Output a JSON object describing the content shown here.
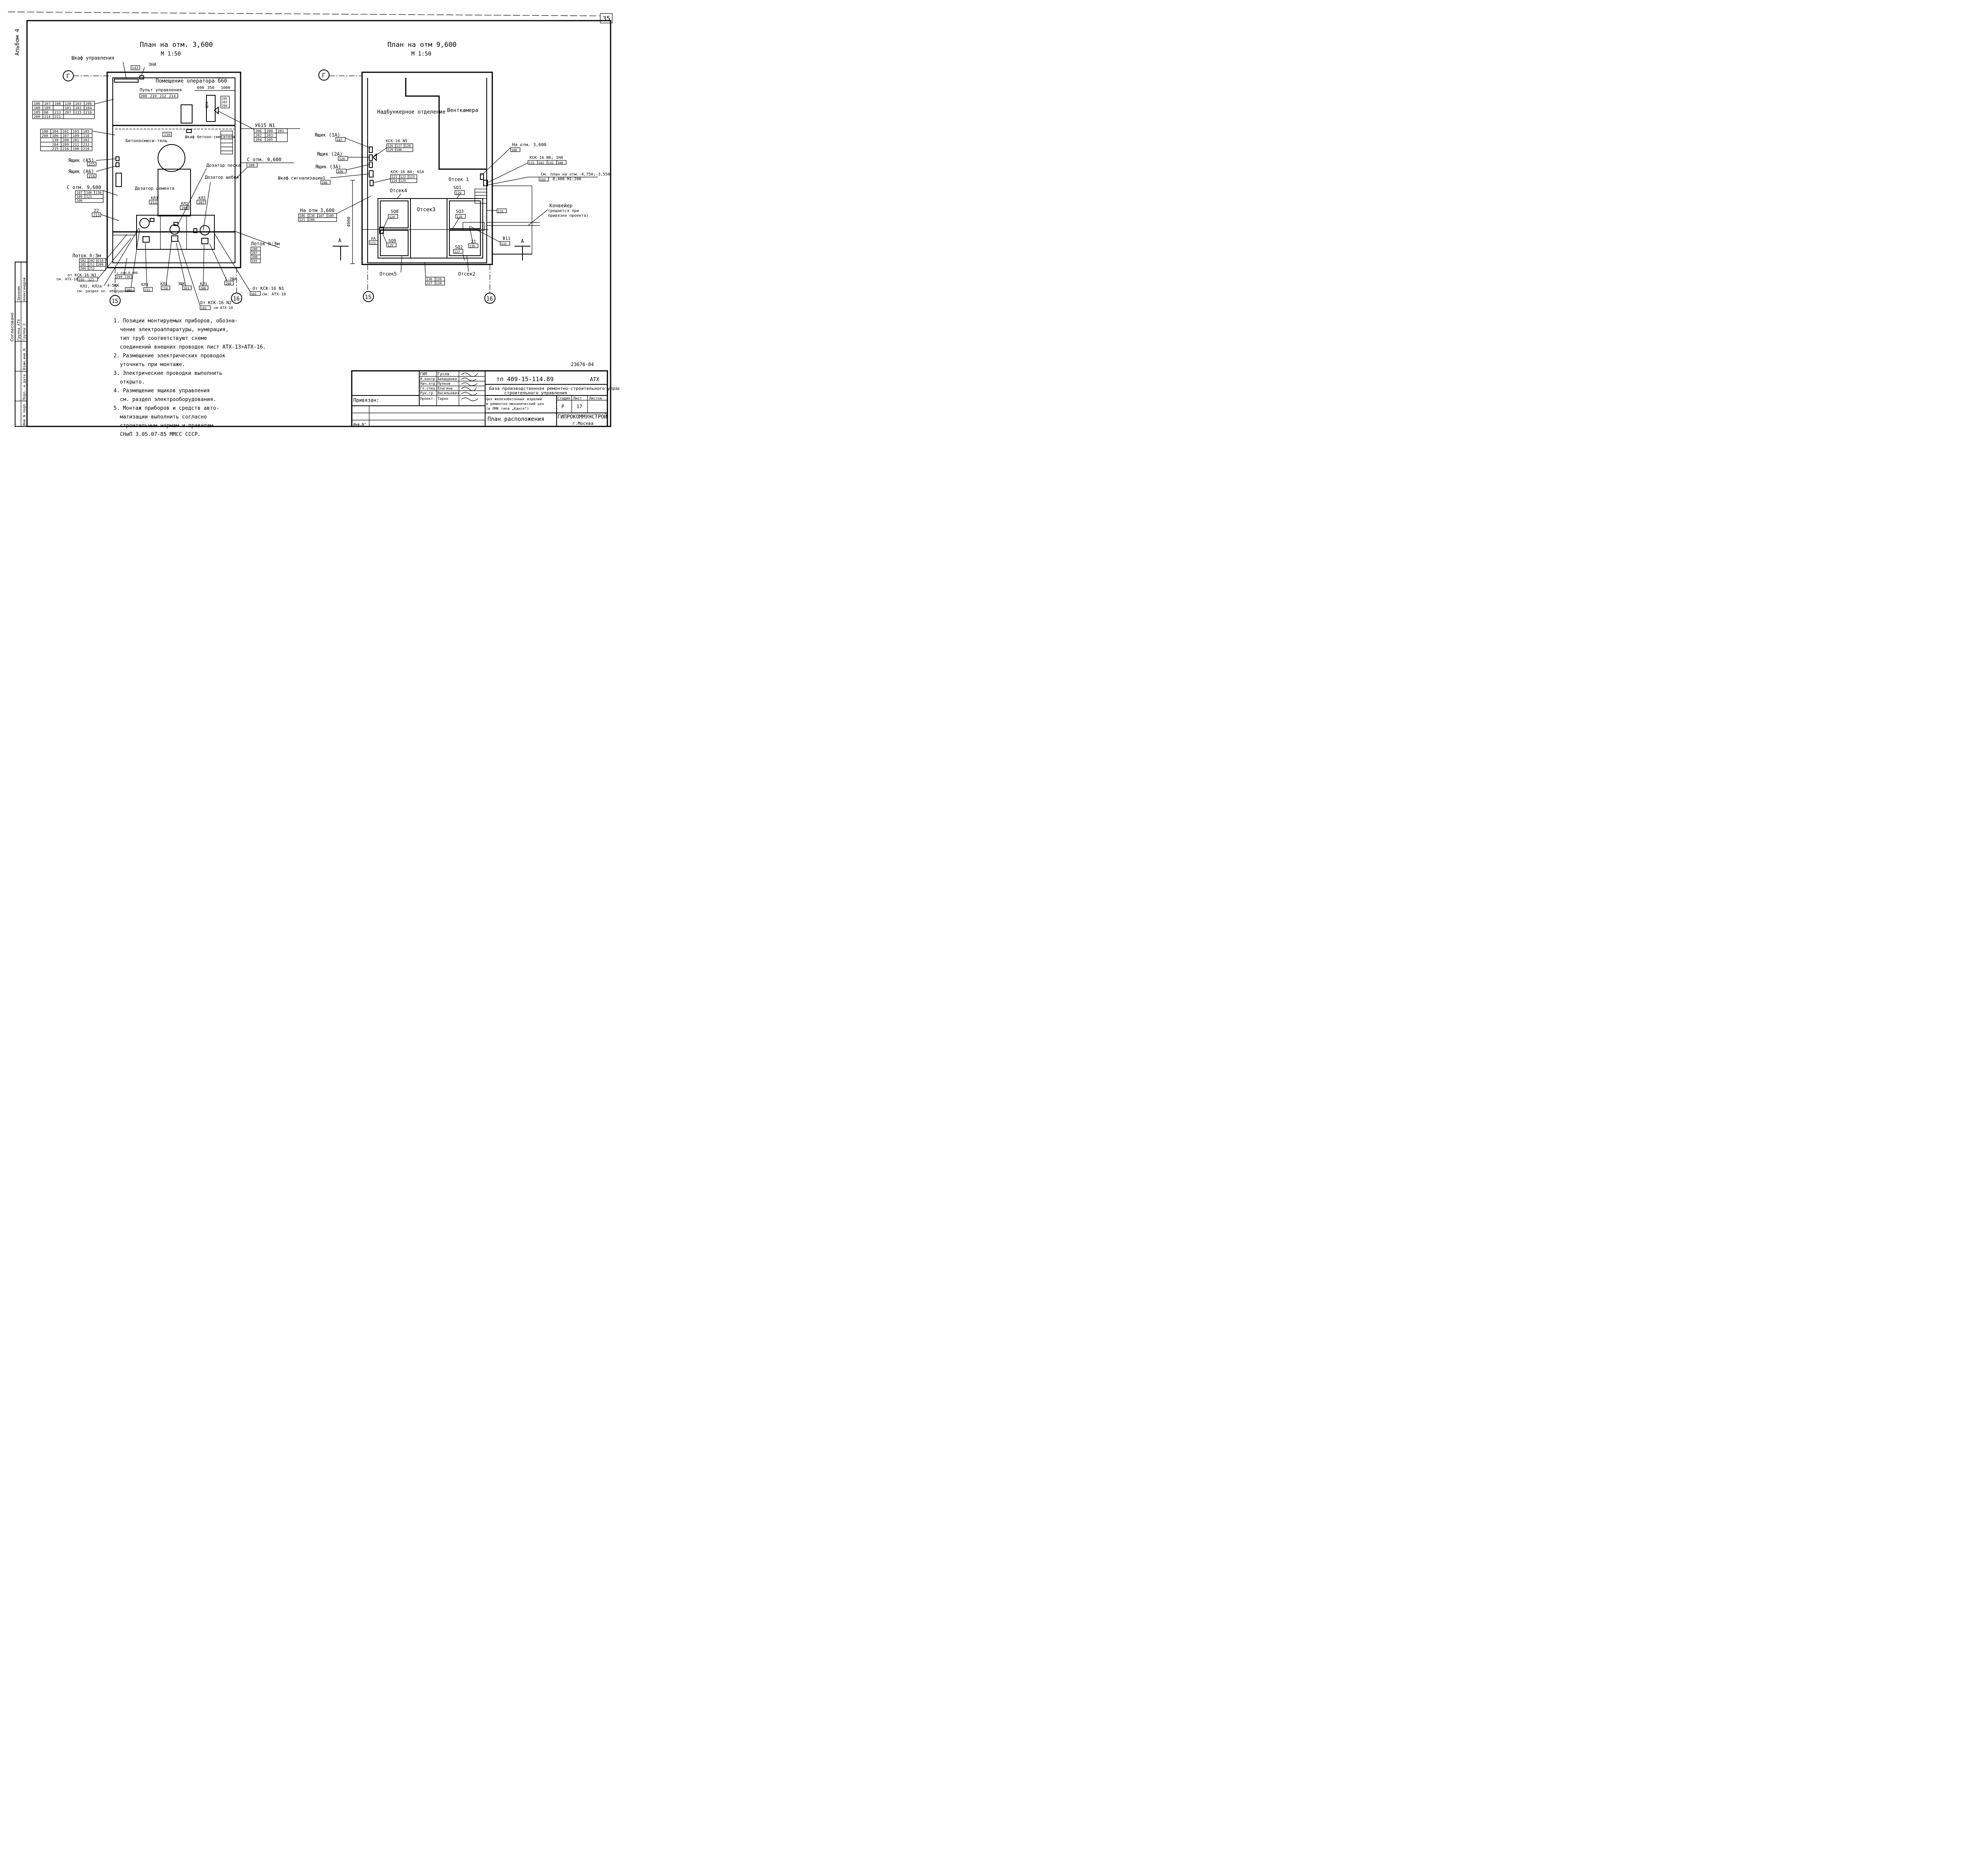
{
  "sheet_number": "35",
  "album": "Альбом 4",
  "left_plan": {
    "title": "План на отм. 3,600",
    "scale": "М 1:50",
    "axis_g": "Г",
    "axis_15": "15",
    "axis_16": "16",
    "label_shkaf": "Шкаф управления",
    "tag_shkaf": "142",
    "label_3ha": "3НА",
    "room_label": "Помещение оператора б60",
    "pult_label": "Пульт управления",
    "pult_tags": [
      "208",
      "210",
      "212",
      "214"
    ],
    "dims": [
      "600",
      "350",
      "1000"
    ],
    "shch_label": "ЩСА",
    "shch_tags": [
      "205",
      "203",
      "204"
    ],
    "u615_label": "У615 N1",
    "u615_rows": [
      [
        "206",
        "200",
        "201"
      ],
      [
        "202",
        "203",
        ""
      ],
      [
        "204",
        "205",
        ""
      ]
    ],
    "table_top": [
      [
        "106",
        "107",
        "108",
        "130",
        "103",
        "206"
      ],
      [
        "100",
        "109",
        "",
        "101",
        "102",
        "104"
      ],
      [
        "105",
        "60",
        "213",
        "207",
        "215",
        "216"
      ],
      [
        "209",
        "214",
        "211",
        "",
        "",
        ""
      ]
    ],
    "table_mid": [
      [
        "108",
        "104",
        "101",
        "103",
        "105"
      ],
      [
        "208",
        "106",
        "107",
        "109",
        "116"
      ],
      [
        "",
        "",
        "130",
        "200",
        "201",
        "202"
      ],
      [
        "",
        "",
        "204",
        "209",
        "211",
        "213"
      ],
      [
        "",
        "",
        "215",
        "216",
        "100",
        "210"
      ]
    ],
    "tag_116": "116",
    "label_shkaf_beton": "Шкаф бетоно-смесителя",
    "label_betonosmes": "Бетоносмеси-тель",
    "label_dozator_peska": "Дозатор песка",
    "label_dozator_shcheb": "Дозатор щебня",
    "label_s_otm_right": "С отм. 9,600",
    "tag_s_otm_right": "108",
    "label_yashchik_a5": "Ящик (А5)",
    "tag_a5": "215",
    "label_yashchik_a6": "Ящик (А6)",
    "tag_a6": "216",
    "label_s_otm_left": "С отм. 9,600",
    "table_s_otm_left": [
      [
        "107",
        "106",
        "130"
      ],
      [
        "109",
        "121",
        ""
      ],
      [
        "100",
        "",
        ""
      ]
    ],
    "label_dozator_cem": "Дозатор цемента",
    "label_kl3": "КЛ3",
    "tag_kl3": "211",
    "label_kl2a": "КЛ2",
    "tag_kl2a": "209",
    "label_kl2b": "КЛ2",
    "tag_kl2b": "207",
    "label_22": "22",
    "tag_22": "213",
    "label_lotok_left": "Лоток h:3м",
    "table_lotok_left": [
      [
        "102",
        "202",
        "210"
      ],
      [
        "105",
        "211",
        "209"
      ],
      [
        "204",
        "212",
        ""
      ]
    ],
    "label_ot_ksk3": "от КСК-16 N3",
    "label_sm_atx18": "см. АТХ-18",
    "tag_ot_ksk3": [
      "103",
      "121"
    ],
    "label_s_otm000": "с отм.0,000",
    "tag_s_otm000": [
      "104",
      "116"
    ],
    "label_kl2_kl2a": "КЛ2, КЛ2а",
    "label_sm_razdel": "см. раздел эл. оборудования",
    "label_45shchk": "4-5ЩК",
    "tag_45shchk": "202",
    "label_kl1_1": "КЛ1",
    "tag_kl1_1": "212",
    "label_kl1_2": "КЛ1",
    "tag_kl1_2": "210",
    "label_3shchk": "3ЩК",
    "tag_3shchk": "201",
    "label_kl1_3": "КЛ1",
    "tag_kl1_3": "208",
    "label_12shchk": "1-2ЩК",
    "tag_12shchk": "200",
    "label_lotok_right": "Лоток h:3м",
    "tag_lotok_right": [
      "200",
      "207",
      "208",
      "101"
    ],
    "label_ot_ksk1": "От КСК-16 N1",
    "tag_ot_ksk1": "101",
    "label_sm_atx18b": "см. АТХ-18",
    "label_ot_ksk2": "От КСК-16 N2",
    "tag_ot_ksk2": "102",
    "label_sm_atx18c": "см АТХ-18"
  },
  "right_plan": {
    "title": "План на отм 9,600",
    "scale": "М 1:50",
    "axis_g": "Г",
    "axis_15": "15",
    "axis_16": "16",
    "label_nadbunk": "Надбункерное отделение",
    "label_ventkam": "Венткамера",
    "label_yashchik_1a": "Ящик (1А)",
    "tag_1a": "107",
    "label_yashchik_2a": "Ящик (2А)",
    "tag_2a": "129",
    "label_yashchik_3a": "Ящик (3А)",
    "tag_3a": "109",
    "label_shkaf_sign": "Шкаф сигнализации1",
    "tag_shkaf_sign": "100",
    "label_ksk5": "КСК-16 N5",
    "table_ksk5": [
      [
        "126",
        "127",
        "128"
      ],
      [
        "129",
        "106",
        ""
      ]
    ],
    "label_ksk4": "КСК-16 N4; 6SA",
    "table_ksk4": [
      [
        "121",
        "122",
        "123"
      ],
      [
        "124",
        "125",
        ""
      ]
    ],
    "label_na_otm_right": "На отм. 3,600",
    "tag_na_otm_right": "108",
    "label_ksk6": "КСК-16 N6; 1НА",
    "table_ksk6": [
      "131",
      "102",
      "141",
      "108"
    ],
    "label_sm_plan": "См. план на отм.-4,750;-3,550",
    "label_sm_plan2": "8,400  М1:200",
    "tag_sm_plan": "141",
    "label_otsek1": "Отсек 1",
    "label_sq1": "SQ1",
    "tag_sq1": "126",
    "label_otsek4": "Отсек4",
    "label_otsek3": "Отсек3",
    "label_sq8": "SQ8",
    "tag_sq8": "124",
    "label_sq9": "SQ9",
    "tag_sq9": "125",
    "label_sq3": "SQ3",
    "tag_sq3": "128",
    "label_sq2": "SQ2",
    "tag_sq2": "127",
    "label_21": "21",
    "tag_21": "130",
    "label_b11": "В11",
    "tag_b11": "131",
    "tag_131": "131",
    "label_ya": "УА",
    "tag_ya": "121",
    "label_konveier": "Конвейер",
    "label_konveier2": "(решается при",
    "label_konveier3": "привязке проекта)",
    "label_na_otm_left": "На отм 3,600",
    "table_na_otm_left": [
      [
        "106",
        "130",
        "107",
        "109"
      ],
      [
        "121",
        "100",
        "",
        ""
      ]
    ],
    "dim_4000": "4000",
    "label_a_left": "А",
    "label_a_right": "А",
    "label_otsek5": "Отсек5",
    "label_otsek2": "Отсек2",
    "table_bottom": [
      [
        "130",
        "126"
      ],
      [
        "127",
        "128"
      ]
    ]
  },
  "notes": [
    "1. Позиции монтируемых приборов, обозна-",
    "чение электроаппаратуры, нумерация,",
    "тип труб соответствуют схеме",
    "соединений внешних проводок лист АТХ-13÷АТХ-16.",
    "2. Размещение электрических проводок",
    "уточнить при монтаже.",
    "3. Электрические проводки выполнить",
    "открыто.",
    "4. Размещение ящиков управления",
    "см. раздел электрооборудования.",
    "5. Монтаж приборов и средств авто-",
    "матизации выполнить согласно",
    "строительным нормам и правилам",
    "СНиП 3.05.07-85 ММСС СССР."
  ],
  "stamp": {
    "doc_number": "23676-04",
    "roles": [
      {
        "role": "ГИП",
        "name": "Гусев"
      },
      {
        "role": "Н.контр",
        "name": "Бакшурова"
      },
      {
        "role": "Нач.отд",
        "name": "Пупков"
      },
      {
        "role": "Гл.спец",
        "name": "Елагина"
      },
      {
        "role": "Рук.гр.",
        "name": "Васильевич"
      },
      {
        "role": "Проект.",
        "name": "Тарон"
      }
    ],
    "code": "тп 409-15-114.89",
    "mark": "АТХ",
    "object": "База производственная ремонтно-строительного управления",
    "object_line2": "строительного управления",
    "shop_1": "Цех железобетонных изделий",
    "shop_2": "и ремонтно-механический цех",
    "shop_3": "(в ЛМК типа „Канск\")",
    "stage_header": "Стадия",
    "sheet_header": "Лист",
    "sheets_header": "Листов",
    "stage": "Р",
    "sheet": "17",
    "plan_title": "План расположения",
    "org": "ГИПРОКОММУНСТРОЙ",
    "city": "г.Москва",
    "privyazan": "Привязан:",
    "inv": "Инв.N°"
  },
  "side_stamp": {
    "soglasovano": "Согласовано",
    "group_atx": "Группа АТХ",
    "group_3": "Группа 3",
    "zvonnik": "Звонник",
    "aleks": "Александров",
    "vzam": "Взам.инв.N",
    "podp": "Подп. и дата",
    "inv_podl": "Инв.N подл."
  }
}
